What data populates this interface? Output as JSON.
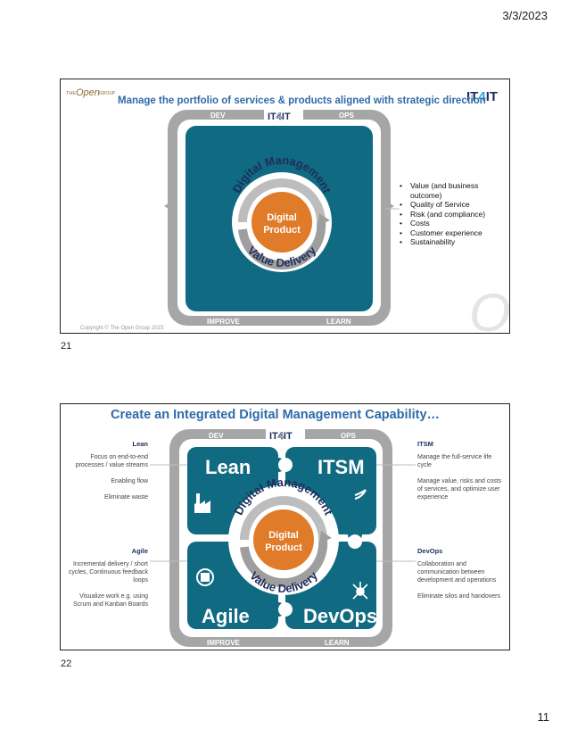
{
  "header": {
    "date": "3/3/2023"
  },
  "footer": {
    "page_number": "11"
  },
  "slide1": {
    "number": "21",
    "title": "Manage the portfolio of services & products aligned with strategic direction",
    "logo_left_the": "THE",
    "logo_left_open": "Open",
    "logo_left_group": "GROUP",
    "logo_right_it": "IT",
    "logo_right_4": "4",
    "logo_right_it2": "IT",
    "label_dev": "DEV",
    "label_ops": "OPS",
    "label_improve": "IMPROVE",
    "label_learn": "LEARN",
    "center_it": "IT",
    "center_4": "4",
    "center_it2": "IT",
    "ring_top": "Digital Management",
    "ring_bottom": "Value Delivery",
    "center_line1": "Digital",
    "center_line2": "Product",
    "bullets": [
      "Value (and business outcome)",
      "Quality of Service",
      "Risk (and compliance)",
      "Costs",
      "Customer experience",
      "Sustainability"
    ],
    "copyright": "Copyright © The Open Group 2023",
    "watermark": "O"
  },
  "slide2": {
    "number": "22",
    "title": "Create an Integrated Digital Management Capability…",
    "label_dev": "DEV",
    "label_ops": "OPS",
    "label_improve": "IMPROVE",
    "label_learn": "LEARN",
    "center_it": "IT",
    "center_4": "4",
    "center_it2": "IT",
    "piece_lean": "Lean",
    "piece_itsm": "ITSM",
    "piece_agile": "Agile",
    "piece_devops": "DevOps",
    "ring_top": "Digital Management",
    "ring_bottom": "Value Delivery",
    "center_line1": "Digital",
    "center_line2": "Product",
    "lean": {
      "heading": "Lean",
      "items": [
        "Focus on end-to-end processes / value streams",
        "Enabling flow",
        "Eliminate waste"
      ]
    },
    "agile": {
      "heading": "Agile",
      "items": [
        "Incremental delivery / short cycles, Continuous feedback loops",
        "Visualize work e.g. using Scrum and Kanban Boards"
      ]
    },
    "itsm": {
      "heading": "ITSM",
      "items": [
        "Manage the full-service life cycle",
        "Manage value, risks and costs of services, and optimize user experience"
      ]
    },
    "devops": {
      "heading": "DevOps",
      "items": [
        "Collaboration and communication between development and operations",
        "Eliminate silos and handovers"
      ]
    }
  },
  "colors": {
    "teal": "#0f6a82",
    "orange": "#e07b2a",
    "gray_frame": "#a6a6a6",
    "title_blue": "#2f6aa8",
    "navy": "#1f2d5a"
  }
}
